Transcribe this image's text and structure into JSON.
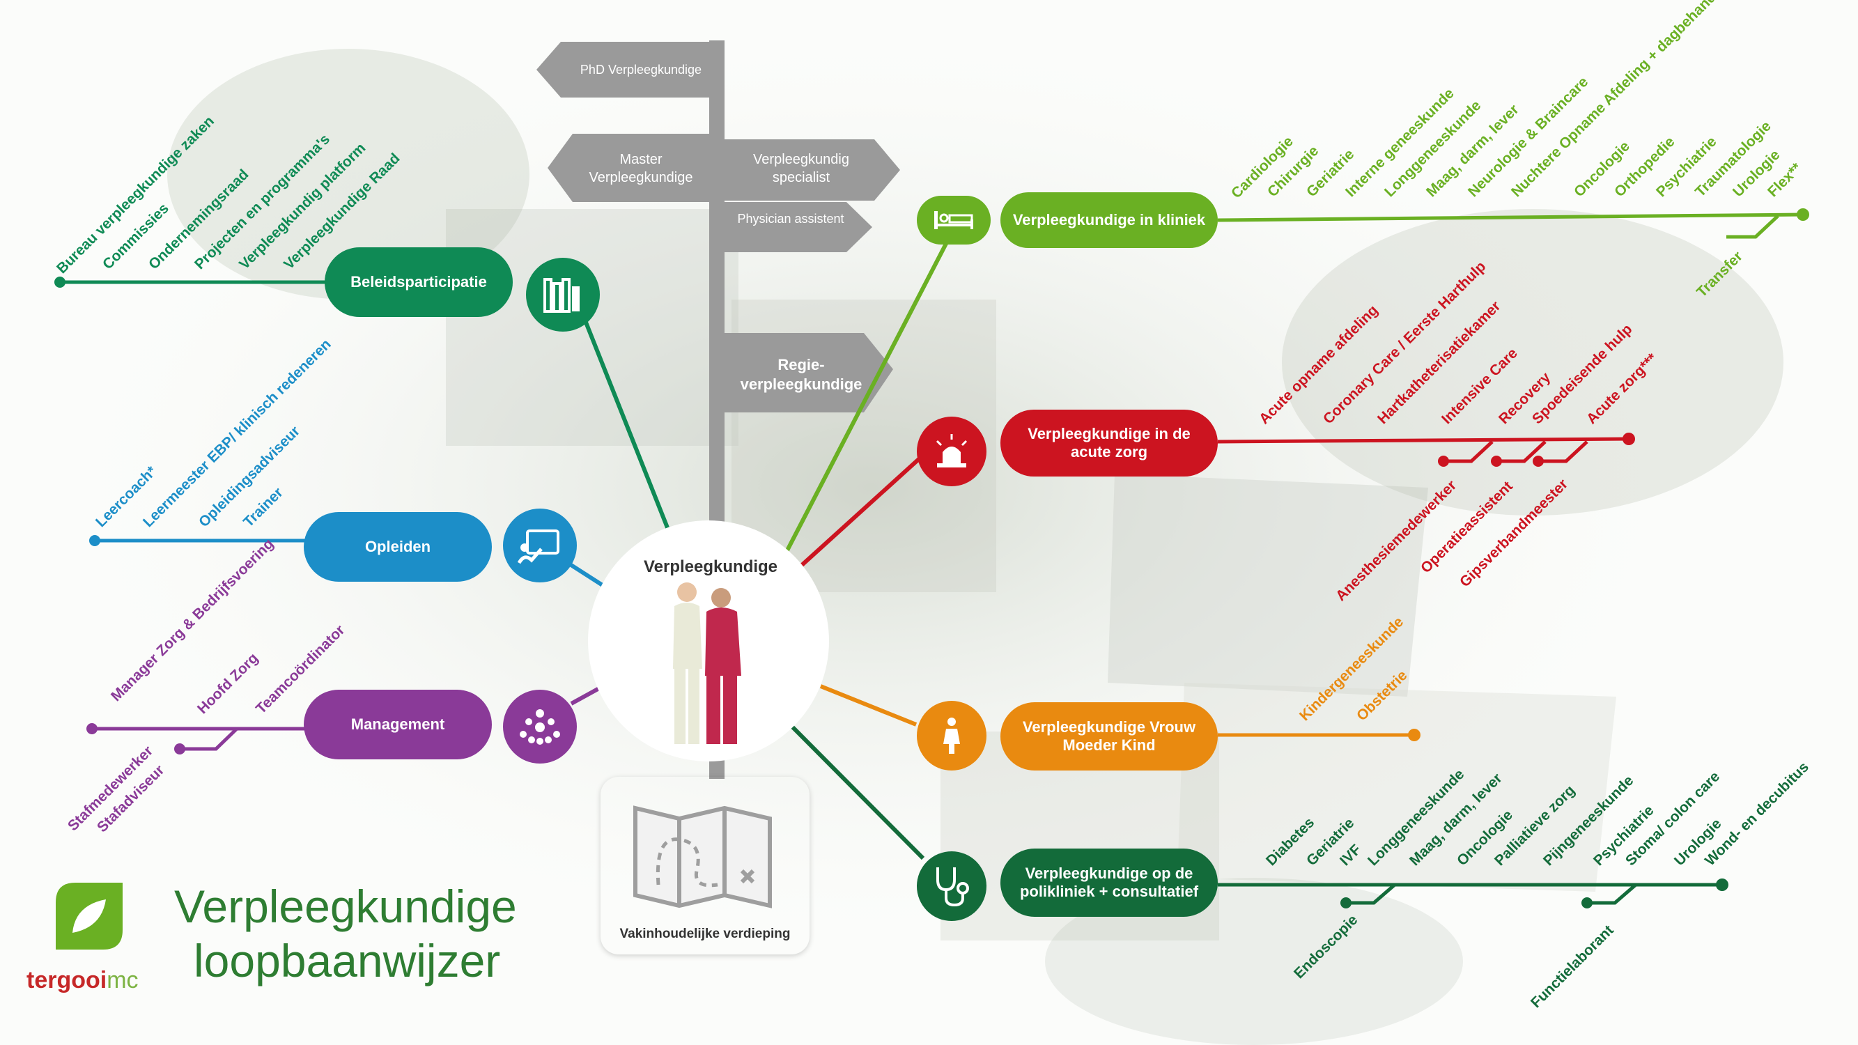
{
  "colors": {
    "green_dark": "#0f8a55",
    "blue": "#1c8ec8",
    "purple": "#8a3a98",
    "light_green": "#6ab023",
    "red": "#cc1420",
    "orange": "#e98a10",
    "forest": "#136b3a",
    "sign_gray": "#9a9a9a"
  },
  "center": {
    "title": "Verpleegkundige"
  },
  "signpost": {
    "phd": "PhD Verpleegkundige",
    "master": "Master Verpleegkundige",
    "specialist": "Verpleegkundig specialist",
    "physician_assistant": "Physician assistent",
    "regie": "Regie- verpleegkundige"
  },
  "map_card": {
    "caption": "Vakinhoudelijke verdieping"
  },
  "branches": {
    "beleid": {
      "label": "Beleidsparticipatie",
      "icon": "books-icon",
      "items": [
        "Bureau verpleegkundige zaken",
        "Commissies",
        "Ondernemingsraad",
        "Projecten en programma's",
        "Verpleegkundig platform",
        "Verpleegkundige Raad"
      ]
    },
    "opleiden": {
      "label": "Opleiden",
      "icon": "presentation-icon",
      "items": [
        "Leercoach*",
        "Leermeester EBP/ klinisch redeneren",
        "Opleidingsadviseur",
        "Trainer"
      ]
    },
    "management": {
      "label": "Management",
      "icon": "team-icon",
      "items": [
        "Manager Zorg & Bedrijfsvoering",
        "Hoofd Zorg",
        "Teamcoördinator"
      ],
      "sub_items": [
        "Stafmedewerker",
        "Stafadviseur"
      ]
    },
    "kliniek": {
      "label": "Verpleegkundige in kliniek",
      "icon": "bed-icon",
      "items": [
        "Cardiologie",
        "Chirurgie",
        "Geriatrie",
        "Interne geneeskunde",
        "Longgeneeskunde",
        "Maag, darm, lever",
        "Neurologie & Braincare",
        "Nuchtere Opname Afdeling + dagbehandeling",
        "Oncologie",
        "Orthopedie",
        "Psychiatrie",
        "Traumatologie",
        "Urologie",
        "Flex**"
      ],
      "sub_items": [
        "Transfer"
      ]
    },
    "acute": {
      "label": "Verpleegkundige in de acute zorg",
      "icon": "siren-icon",
      "items": [
        "Acute opname afdeling",
        "Coronary Care / Eerste Harthulp",
        "Hartkatheterisatiekamer",
        "Intensive Care",
        "Recovery",
        "Spoedeisende hulp",
        "Acute zorg***"
      ],
      "sub_items": [
        "Anesthesiemedewerker",
        "Operatieassistent",
        "Gipsverbandmeester"
      ]
    },
    "vmk": {
      "label": "Verpleegkundige Vrouw Moeder Kind",
      "icon": "mother-child-icon",
      "items": [
        "Kindergeneeskunde",
        "Obstetrie"
      ]
    },
    "poli": {
      "label": "Verpleegkundige op de polikliniek + consultatief",
      "icon": "stethoscope-icon",
      "items": [
        "Diabetes",
        "Geriatrie",
        "IVF",
        "Longgeneeskunde",
        "Maag, darm, lever",
        "Oncologie",
        "Palliatieve zorg",
        "Pijngeneeskunde",
        "Psychiatrie",
        "Stoma/ colon care",
        "Urologie",
        "Wond- en decubitus"
      ],
      "sub_items": [
        "Endoscopie",
        "Functielaborant"
      ]
    }
  },
  "brand": {
    "title_line1": "Verpleegkundige",
    "title_line2": "loopbaanwijzer",
    "name_a": "tergooi",
    "name_b": "mc"
  }
}
